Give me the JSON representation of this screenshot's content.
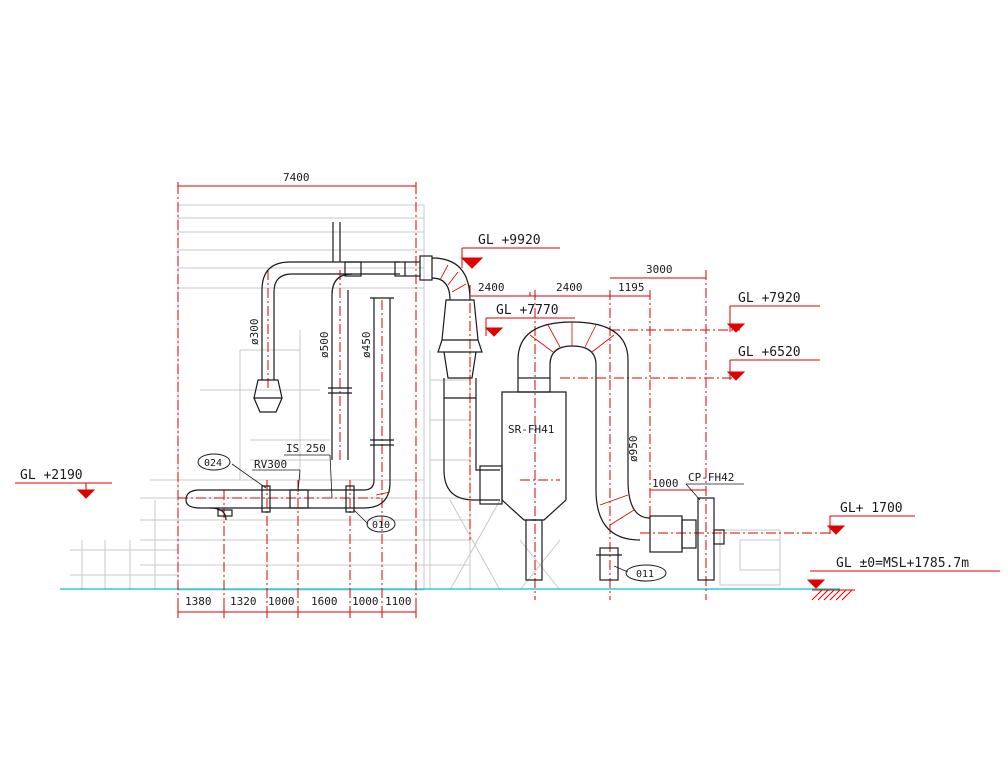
{
  "colors": {
    "pipe": "#1a1a1a",
    "dimension": "#e00000",
    "background_structure": "#c8c8c8",
    "ground_line": "#00c8c8"
  },
  "dimensions": {
    "overall_width": "7400",
    "run_a": "2400",
    "run_b": "2400",
    "run_c": "3000",
    "offset_1195": "1195",
    "offset_1000": "1000",
    "bottom": [
      "1380",
      "1320",
      "1000",
      "1600",
      "1000",
      "1100"
    ]
  },
  "levels": {
    "gl_9920": "GL  +9920",
    "gl_7770": "GL  +7770",
    "gl_7920": "GL  +7920",
    "gl_6520": "GL  +6520",
    "gl_2190": "GL  +2190",
    "gl_1700": "GL+  1700",
    "gl_zero": "GL  ±0=MSL+1785.7m"
  },
  "pipes": {
    "d300": "ø300",
    "d500": "ø500",
    "d450": "ø450",
    "d950": "ø950"
  },
  "tags": {
    "is250": "IS  250",
    "rv300": "RV300",
    "sr_fh41": "SR-FH41",
    "cp_fh42": "CP-FH42"
  },
  "balloons": {
    "b024": "024",
    "b010": "010",
    "b011": "011"
  }
}
